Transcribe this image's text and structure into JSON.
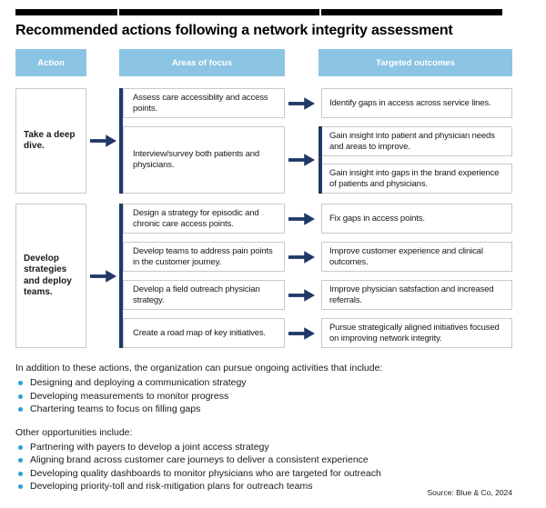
{
  "title": "Recommended actions following a network integrity assessment",
  "columns": [
    {
      "label": "Action"
    },
    {
      "label": "Areas of focus"
    },
    {
      "label": "Targeted outcomes"
    }
  ],
  "rows": [
    {
      "action": "Take a deep dive.",
      "groups": [
        {
          "focus": "Assess care accessiblity and access points.",
          "outcomes": [
            "Identify gaps in access across service lines."
          ]
        },
        {
          "focus": "Interview/survey both patients and physicians.",
          "outcomes": [
            "Gain insight into patient and physician needs and areas to improve.",
            "Gain insight into gaps in the brand experience of patients and physicians."
          ]
        }
      ]
    },
    {
      "action": "Develop strategies and deploy teams.",
      "groups": [
        {
          "focus": "Design a strategy for episodic and chronic care access points.",
          "outcomes": [
            "Fix gaps in access points."
          ]
        },
        {
          "focus": "Develop teams to address pain points in the customer journey.",
          "outcomes": [
            "Improve customer experience and clinical outcomes."
          ]
        },
        {
          "focus": "Develop a field outreach physician strategy.",
          "outcomes": [
            "Improve physician satsfaction and increased referrals."
          ]
        },
        {
          "focus": "Create a road map of key initiatives.",
          "outcomes": [
            "Pursue strategically aligned initiatives focused on improving network integrity."
          ]
        }
      ]
    }
  ],
  "notes": [
    {
      "intro": "In addition to these actions, the organization can pursue ongoing activities that include:",
      "bullets": [
        "Designing and deploying a communication strategy",
        "Developing measurements to monitor progress",
        "Chartering teams to focus on filling gaps"
      ]
    },
    {
      "intro": "Other opportunities include:",
      "bullets": [
        "Partnering with payers to develop a joint access strategy",
        "Aligning brand across customer care journeys to deliver a consistent experience",
        "Developing quality dashboards to monitor physicians who are targeted for outreach",
        "Developing priority-toll and risk-mitigation plans for outreach teams"
      ]
    }
  ],
  "source": "Source: Blue & Co, 2024",
  "icons": {
    "arrow": "arrow-right-icon"
  },
  "colors": {
    "accent_navy": "#1f3a68",
    "header_blue": "#8cc4e4",
    "bullet_blue": "#2aa2da",
    "bar_black": "#000000",
    "box_border": "#c9c9c9"
  }
}
